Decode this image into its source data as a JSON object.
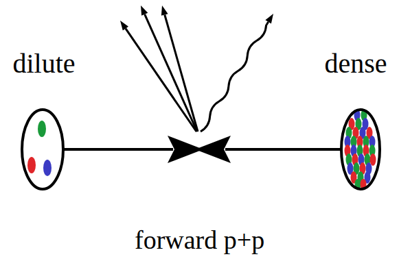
{
  "diagram": {
    "caption": "forward p+p",
    "nodes": [
      {
        "text": [
          "dilute"
        ]
      },
      {
        "text": [
          "dense"
        ]
      }
    ]
  }
}
